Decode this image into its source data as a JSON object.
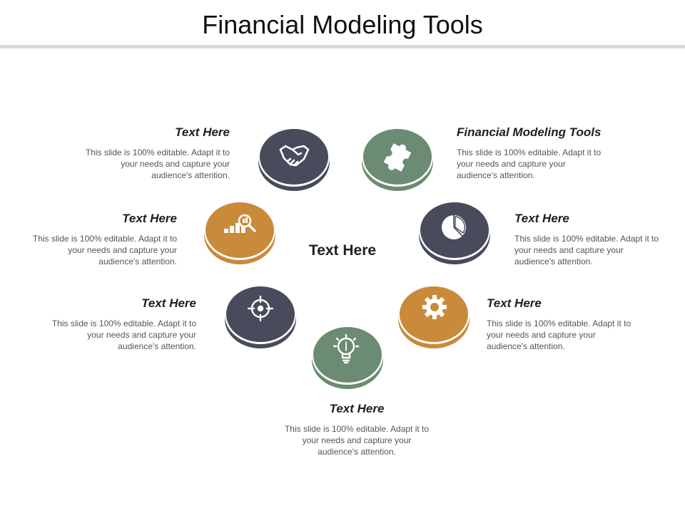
{
  "title": "Financial Modeling Tools",
  "center_label": "Text Here",
  "colors": {
    "navy": "#474b5c",
    "green": "#6b8b72",
    "orange": "#c98a3a",
    "rule": "#d9d9d9"
  },
  "items": [
    {
      "heading": "Text Here",
      "body": "This slide is 100% editable. Adapt it to your needs and capture your audience's attention.",
      "icon": "handshake-icon",
      "color": "navy"
    },
    {
      "heading": "Financial Modeling Tools",
      "body": "This slide is 100% editable. Adapt it to your needs and capture your audience's attention.",
      "icon": "puzzle-icon",
      "color": "green"
    },
    {
      "heading": "Text Here",
      "body": "This slide is 100% editable. Adapt it to your needs and capture your audience's attention.",
      "icon": "bar-chart-magnifier-icon",
      "color": "orange"
    },
    {
      "heading": "Text Here",
      "body": "This slide is 100% editable. Adapt it to your needs and capture your audience's attention.",
      "icon": "pie-chart-icon",
      "color": "navy"
    },
    {
      "heading": "Text Here",
      "body": "This slide is 100% editable. Adapt it to your needs and capture your audience's attention.",
      "icon": "target-icon",
      "color": "navy"
    },
    {
      "heading": "Text Here",
      "body": "This slide is 100% editable. Adapt it to your needs and capture your audience's attention.",
      "icon": "gear-icon",
      "color": "orange"
    },
    {
      "heading": "Text Here",
      "body": "This slide is 100% editable. Adapt it to your needs and capture your audience's attention.",
      "icon": "lightbulb-gear-icon",
      "color": "green"
    }
  ]
}
